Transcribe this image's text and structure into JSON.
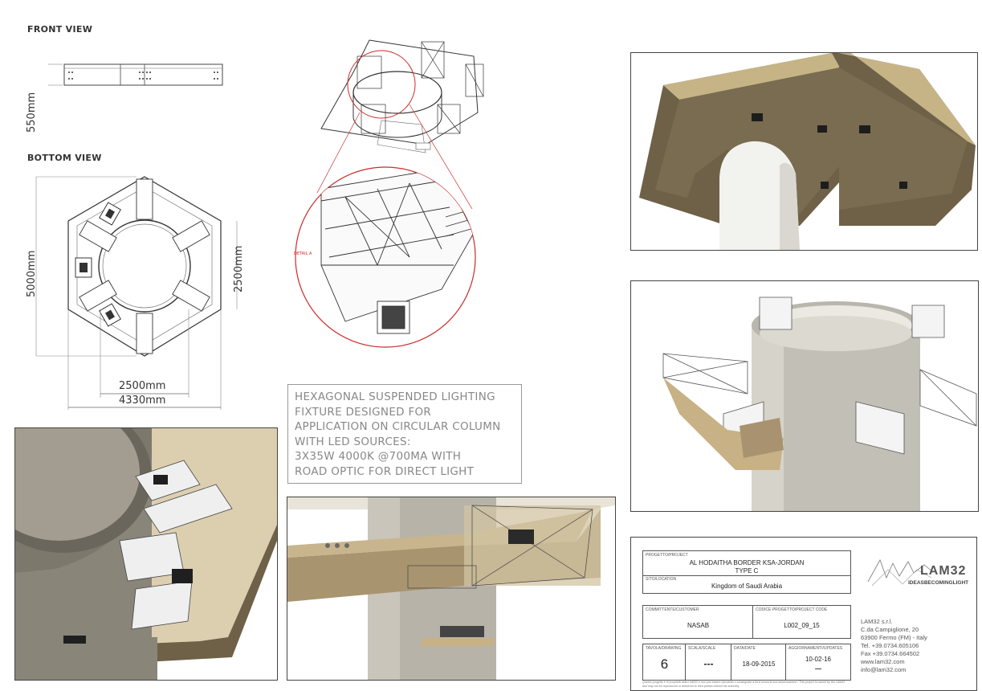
{
  "sheet": {
    "front_view_label": "FRONT VIEW",
    "bottom_view_label": "BOTTOM VIEW",
    "detail_label": "DETAIL A",
    "dims": {
      "front_height": "550mm",
      "bottom_total_height": "5000mm",
      "bottom_half_height": "2500mm",
      "bottom_inner_width": "2500mm",
      "bottom_total_width": "4330mm"
    },
    "description_lines": [
      "HEXAGONAL SUSPENDED LIGHTING",
      "FIXTURE  DESIGNED FOR",
      "APPLICATION ON CIRCULAR COLUMN",
      "WITH LED SOURCES:",
      "3X35W 4000K @700mA WITH",
      "ROAD OPTIC FOR DIRECT LIGHT"
    ]
  },
  "title_block": {
    "project_label": "PROGETTO/PROJECT",
    "project_name": "AL HODAITHA BORDER KSA-JORDAN",
    "project_type": "TYPE C",
    "site_label": "SITO/LOCATION",
    "site_value": "Kingdom of Saudi Arabia",
    "customer_label": "COMMITTENTE/CUSTOMER",
    "customer_value": "NASAB",
    "code_label": "CODICE PROGETTO/PROJECT CODE",
    "code_value": "L002_09_15",
    "drawing_label": "TAVOLA/DRAWING",
    "drawing_value": "6",
    "scale_label": "SCALA/SCALE",
    "scale_value": "---",
    "date_label": "DATA/DATE",
    "date_value": "18-09-2015",
    "updates_label": "AGGIORNAMENTI/UPDATES",
    "updates_value": "10-02-16",
    "updates_value2": "—",
    "footer_note": "Questo progetto è di proprietà della LAM32 e non può essere riprodotto o consegnato a terzi senza la sua autorizzazione / This project is owned by the LAM32 and may not be reproduced or delivered to third parties without his authority.",
    "logo_text": "LAM32",
    "logo_tagline": "IDEASBECOMINGLIGHT",
    "company_lines": [
      "LAM32 s.r.l.",
      "C.da Campiglione, 20",
      "63900 Fermo (FM) - Italy",
      "Tel. +39.0734.605106",
      "Fax +39.0734.664502",
      "www.lam32.com",
      "info@lam32.com"
    ]
  },
  "colors": {
    "panel_tan": "#a8956f",
    "panel_dark": "#6e6148",
    "column_gray": "#b9b6ae",
    "detail_red": "#cc2b2b",
    "frame_border": "#444444"
  }
}
